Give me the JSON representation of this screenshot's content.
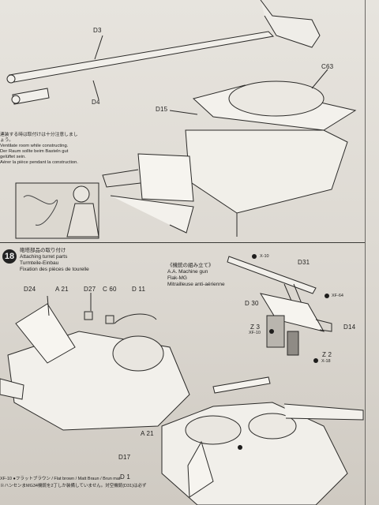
{
  "parts": {
    "d3": "D3",
    "d4": "D4",
    "c63": "C63",
    "d15": "D15",
    "d24": "D24",
    "a21_top": "A 21",
    "d27": "D27",
    "c60": "C 60",
    "d11": "D 11",
    "d31": "D31",
    "x10_a": "X-10",
    "xf64": "XF-64",
    "d30": "D 30",
    "d14": "D14",
    "z3": "Z 3",
    "xf10": "XF-10",
    "z2": "Z 2",
    "x18": "X-18",
    "a21_bottom": "A 21",
    "d17": "D17",
    "d1": "D 1"
  },
  "note": {
    "jp": "連装する時は取付けは十分注意しましょう。",
    "en": "Ventilate room while constructing.",
    "de": "Der Raum sollte beim Basteln gut gelüftet sein.",
    "fr": "Aérer la pièce pendant la construction."
  },
  "step18": {
    "number": "18",
    "jp": "砲塔部品の取り付け",
    "en": "Attaching turret parts",
    "de": "Turmteile-Einbau",
    "fr": "Fixation des pièces de tourelle"
  },
  "aa_gun": {
    "jp": "《機銃の組み立て》",
    "en": "A.A. Machine gun",
    "de": "Flak-MG",
    "fr": "Mitrailleuse anti-aérienne"
  },
  "bottom": {
    "line1": "XF-10 ●フラットブラウン / Flat brown / Matt Braun / Brun mat",
    "line2": "※ハンセンまMG34機銃を2丁しか装備していません。対空機銃(D31)は必ず"
  }
}
